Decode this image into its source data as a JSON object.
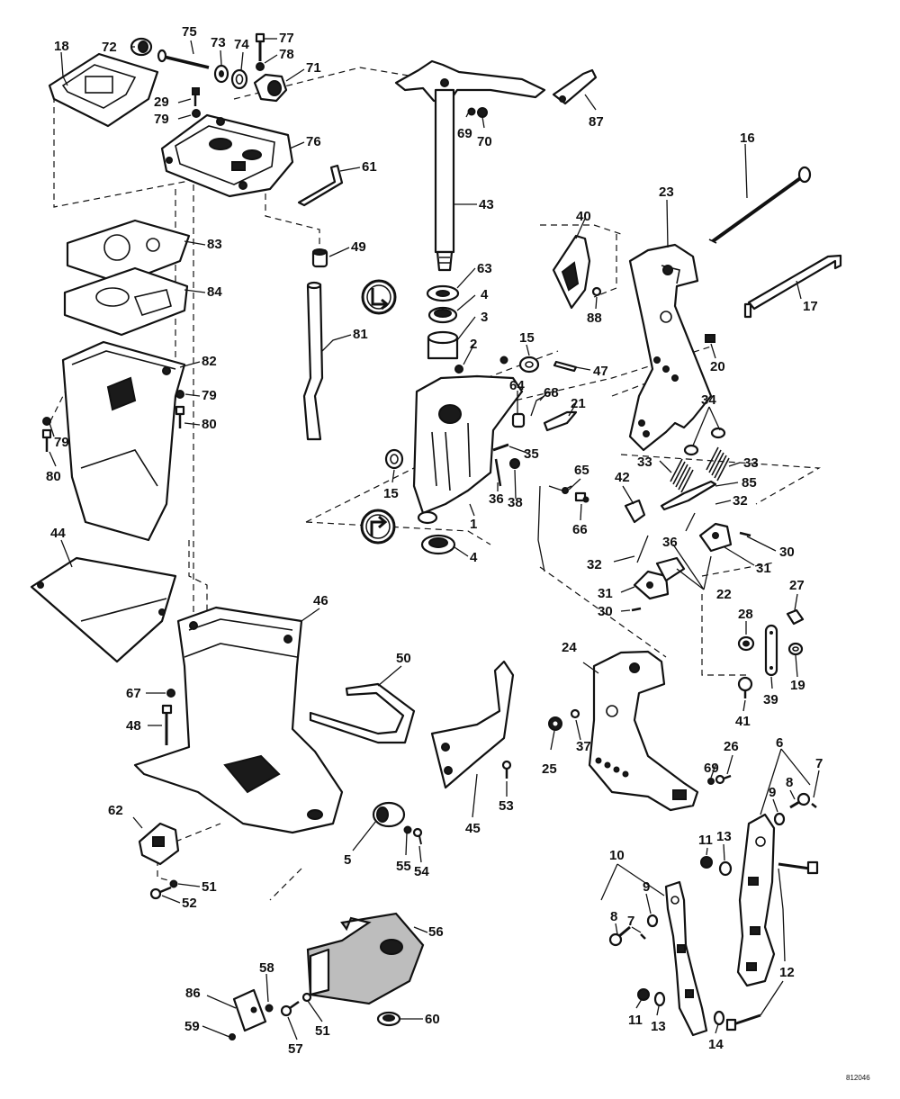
{
  "labels": {
    "l1": "1",
    "l2": "2",
    "l3": "3",
    "l4a": "4",
    "l4b": "4",
    "l5": "5",
    "l6": "6",
    "l7a": "7",
    "l7b": "7",
    "l8a": "8",
    "l8b": "8",
    "l9a": "9",
    "l9b": "9",
    "l10": "10",
    "l11a": "11",
    "l11b": "11",
    "l12": "12",
    "l13a": "13",
    "l13b": "13",
    "l14": "14",
    "l15a": "15",
    "l15b": "15",
    "l16": "16",
    "l17": "17",
    "l18": "18",
    "l19": "19",
    "l20": "20",
    "l21": "21",
    "l22": "22",
    "l23": "23",
    "l24": "24",
    "l25": "25",
    "l26": "26",
    "l27": "27",
    "l28": "28",
    "l29": "29",
    "l30a": "30",
    "l30b": "30",
    "l31a": "31",
    "l31b": "31",
    "l32a": "32",
    "l32b": "32",
    "l33a": "33",
    "l33b": "33",
    "l34": "34",
    "l35": "35",
    "l36a": "36",
    "l36b": "36",
    "l37": "37",
    "l38": "38",
    "l39": "39",
    "l40": "40",
    "l41": "41",
    "l42": "42",
    "l43": "43",
    "l44": "44",
    "l45": "45",
    "l46": "46",
    "l47": "47",
    "l48": "48",
    "l49": "49",
    "l50": "50",
    "l51a": "51",
    "l51b": "51",
    "l52": "52",
    "l53": "53",
    "l54": "54",
    "l55": "55",
    "l56": "56",
    "l57": "57",
    "l58": "58",
    "l59": "59",
    "l60": "60",
    "l61": "61",
    "l62": "62",
    "l63": "63",
    "l64": "64",
    "l65": "65",
    "l66": "66",
    "l67": "67",
    "l68": "68",
    "l69a": "69",
    "l69b": "69",
    "l70": "70",
    "l71": "71",
    "l72": "72",
    "l73": "73",
    "l74": "74",
    "l75": "75",
    "l76": "76",
    "l77": "77",
    "l78": "78",
    "l79a": "79",
    "l79b": "79",
    "l79c": "79",
    "l80a": "80",
    "l80b": "80",
    "l81": "81",
    "l82": "82",
    "l83": "83",
    "l84": "84",
    "l85": "85",
    "l86": "86",
    "l87": "87",
    "l88": "88"
  },
  "drawing_code": "812046",
  "icons": [
    "apply-sealant-icon",
    "apply-sealant-icon"
  ]
}
